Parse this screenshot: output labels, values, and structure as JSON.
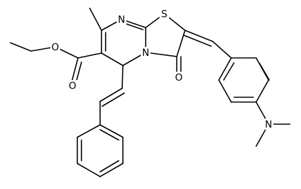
{
  "molecule": {
    "atoms": [
      {
        "element": "N"
      },
      {
        "element": "S"
      },
      {
        "element": "N"
      },
      {
        "element": "O"
      },
      {
        "element": "O"
      },
      {
        "element": "O"
      },
      {
        "element": "N"
      }
    ]
  },
  "colors": {
    "bond": "#000000",
    "background": "#ffffff",
    "text": "#000000"
  }
}
